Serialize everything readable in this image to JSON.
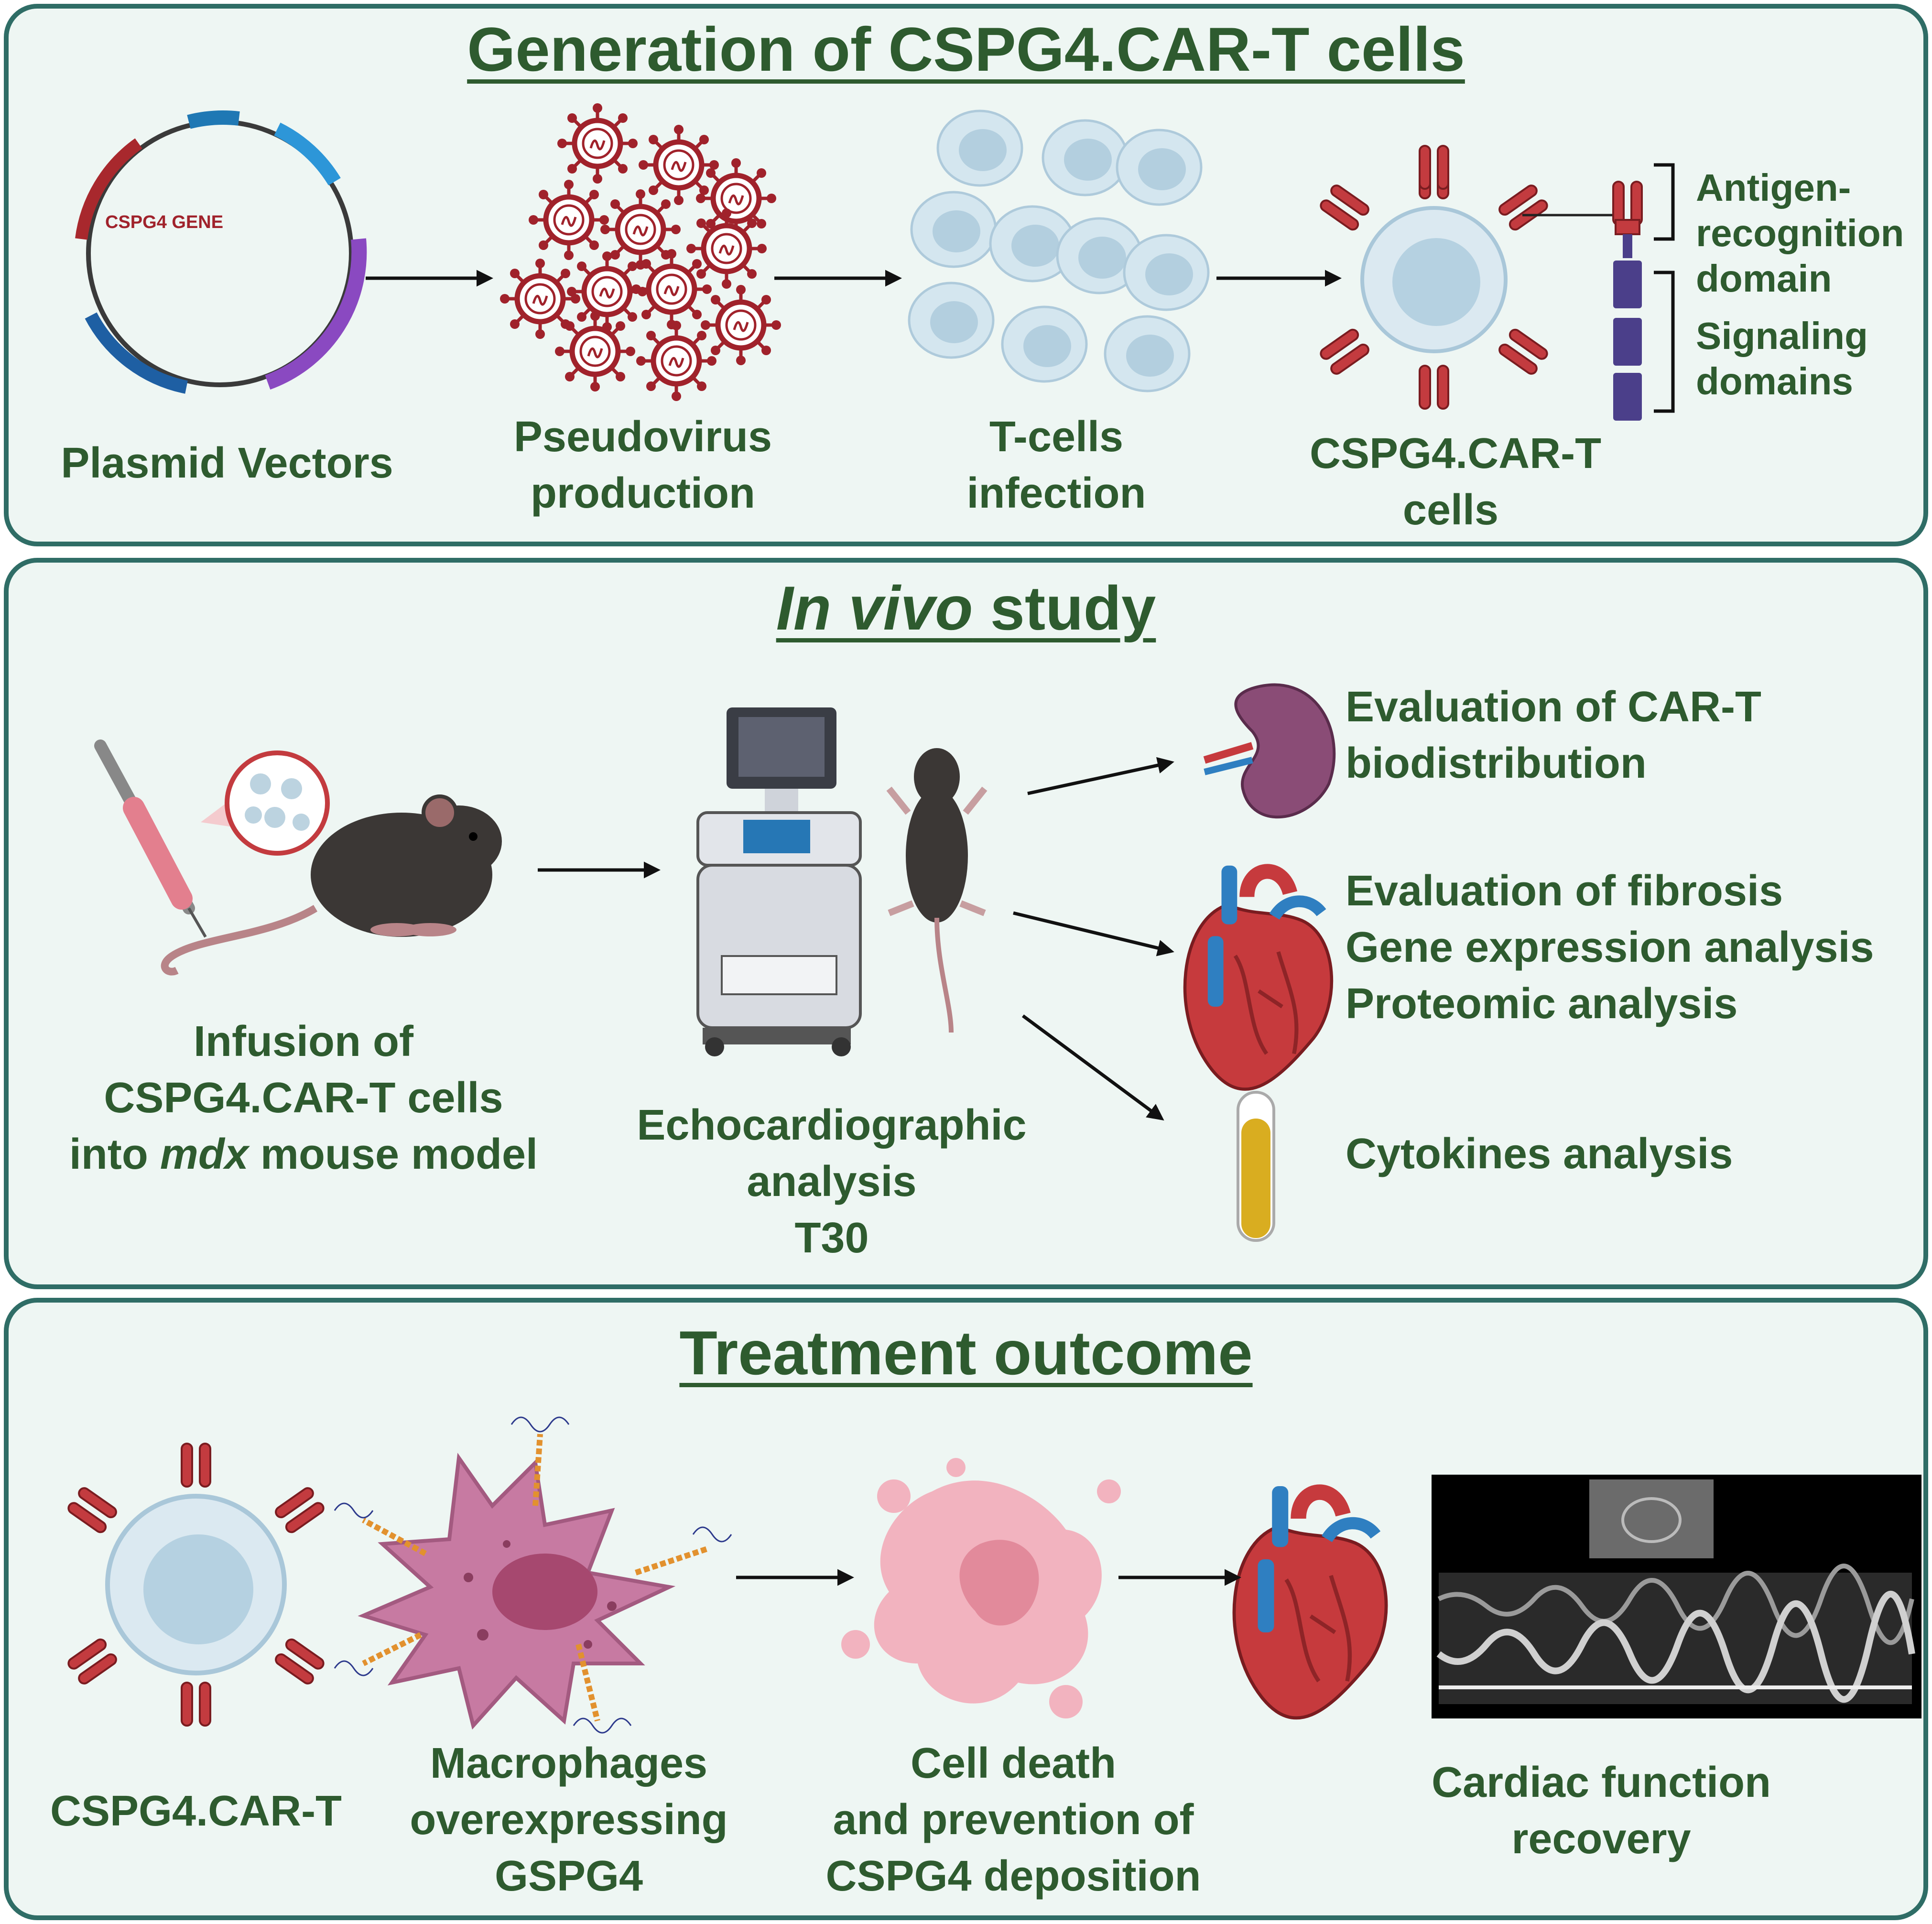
{
  "panel1": {
    "title": "Generation of CSPG4.CAR-T cells",
    "plasmid_gene": "CSPG4 GENE",
    "plasmid_label": "Plasmid Vectors",
    "pseudovirus_label": [
      "Pseudovirus",
      "production"
    ],
    "tcells_label": [
      "T-cells",
      "infection"
    ],
    "cart_label": [
      "CSPG4.CAR-T",
      "cells"
    ],
    "antigen_label": [
      "Antigen-",
      "recognition",
      "domain"
    ],
    "signaling_label": [
      "Signaling",
      "domains"
    ]
  },
  "panel2": {
    "title_italic": "In vivo",
    "title_rest": " study",
    "infusion_label": {
      "l1": "Infusion of",
      "l2": "CSPG4.CAR-T cells",
      "l3_pre": "into ",
      "l3_ital": "mdx",
      "l3_post": " mouse model"
    },
    "echo_label": [
      "Echocardiographic",
      "analysis",
      "T30"
    ],
    "outcome1": [
      "Evaluation of CAR-T",
      "biodistribution"
    ],
    "outcome2": [
      "Evaluation of fibrosis",
      "Gene expression analysis",
      "Proteomic analysis"
    ],
    "outcome3": "Cytokines analysis"
  },
  "panel3": {
    "title": "Treatment outcome",
    "cart_label": "CSPG4.CAR-T",
    "macrophage_label": [
      "Macrophages",
      "overexpressing",
      "GSPG4"
    ],
    "celldeath_label": [
      "Cell death",
      "and prevention of",
      "CSPG4 deposition"
    ],
    "recovery_label": [
      "Cardiac function",
      "recovery"
    ]
  },
  "colors": {
    "panel_border": "#2f6d66",
    "panel_fill": "#eef6f3",
    "text": "#2e5b2f",
    "car_red": "#c33b3f",
    "virus_red": "#a0222b",
    "cell_blue": "#d4e6ef",
    "signal_purple": "#4b3f8a"
  }
}
